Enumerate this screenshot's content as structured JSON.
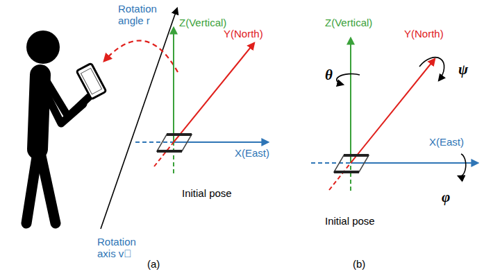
{
  "diagram": {
    "labels": [
      "Rotation angle r",
      "Z(Vertical)",
      "Y(North)",
      "X(East)",
      "Initial pose",
      "Rotation axis v⃗",
      "(a)",
      "Z(Vertical)",
      "Y(North)",
      "X(East)",
      "θ",
      "ψ",
      "φ",
      "Initial pose",
      "(b)"
    ]
  }
}
